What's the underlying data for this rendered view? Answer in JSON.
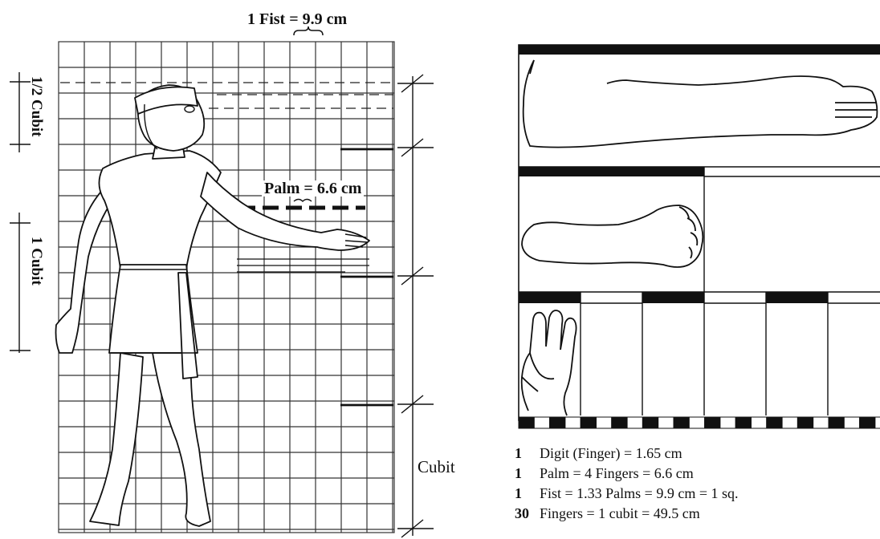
{
  "left_panel": {
    "fist_label": "1 Fist = 9.9 cm",
    "palm_label": "Palm = 6.6 cm",
    "half_cubit_label": "1/2 Cubit",
    "one_cubit_label": "1 Cubit",
    "cubit_label": "Cubit"
  },
  "legend": {
    "rows": [
      {
        "qty": "1",
        "text": "Digit (Finger)      = 1.65 cm"
      },
      {
        "qty": "1",
        "text": "Palm = 4 Fingers = 6.6 cm"
      },
      {
        "qty": "1",
        "text": "Fist = 1.33 Palms = 9.9 cm = 1 sq."
      },
      {
        "qty": "30",
        "text": "Fingers = 1 cubit  = 49.5 cm"
      }
    ]
  },
  "colors": {
    "line": "#111111",
    "background": "#ffffff",
    "grid": "#333333"
  }
}
